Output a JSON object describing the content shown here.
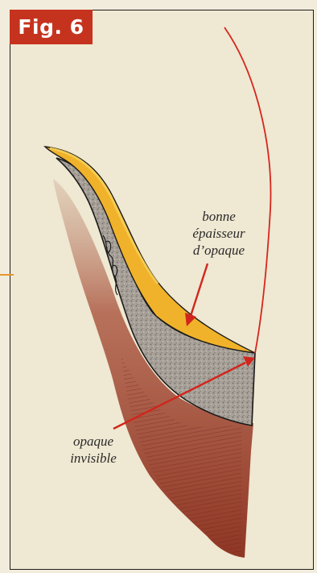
{
  "figure": {
    "badge_label": "Fig. 6"
  },
  "annotations": {
    "good_thickness": [
      "bonne",
      "épaisseur",
      "d’opaque"
    ],
    "invisible_opaque": [
      "opaque",
      "invisible"
    ]
  },
  "colors": {
    "badge": "#c5331f",
    "rule": "#e8962c",
    "margin_line": "#d5261e",
    "arrow": "#d1261d",
    "opaque_layer": "#efb32b",
    "grey_layer": "#a09a92",
    "dentin": "#9d3a26",
    "outline": "#1a1a1a"
  }
}
